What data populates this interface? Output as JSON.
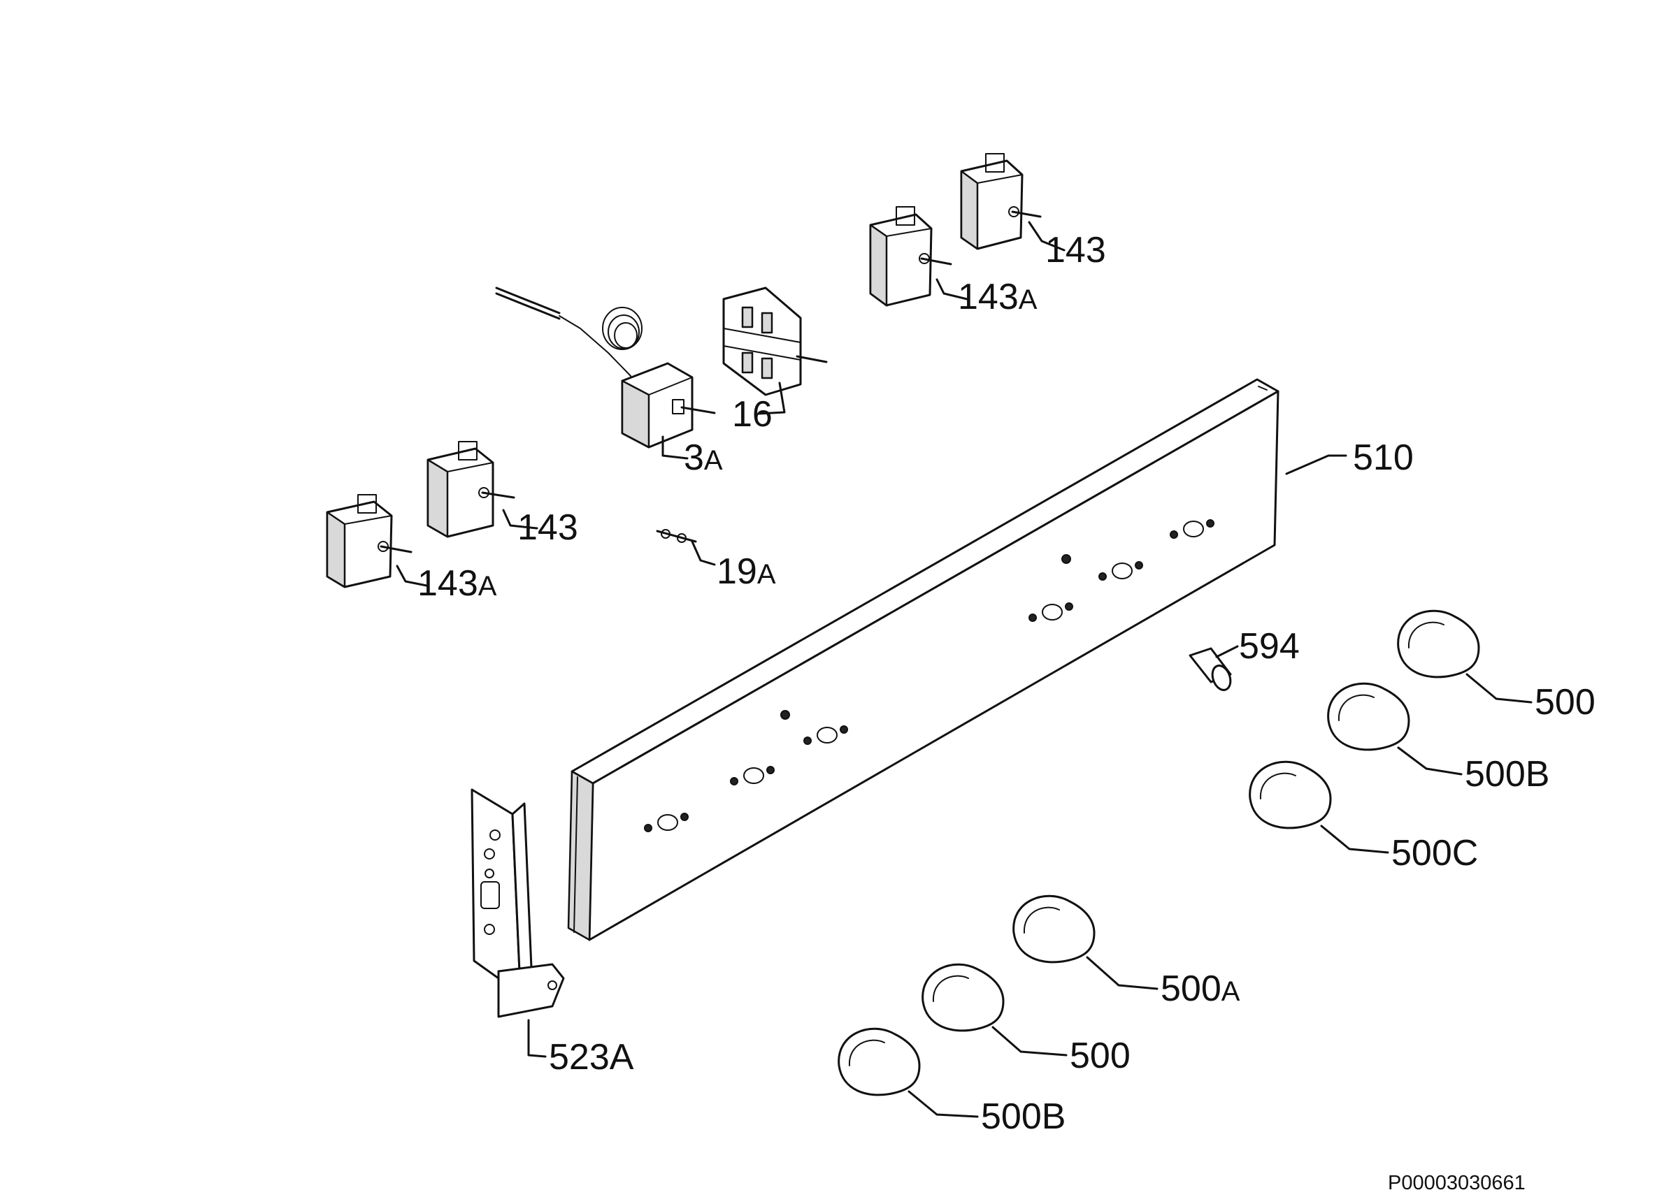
{
  "diagram": {
    "document_id": "P00003030661",
    "callouts": [
      {
        "id": "c143-top",
        "number": "143",
        "suffix": ""
      },
      {
        "id": "c143a-top",
        "number": "143",
        "suffix": "A"
      },
      {
        "id": "c16",
        "number": "16",
        "suffix": ""
      },
      {
        "id": "c3a",
        "number": "3",
        "suffix": "A"
      },
      {
        "id": "c143-left",
        "number": "143",
        "suffix": ""
      },
      {
        "id": "c143a-left",
        "number": "143",
        "suffix": "A"
      },
      {
        "id": "c19a",
        "number": "19",
        "suffix": "A"
      },
      {
        "id": "c510",
        "number": "510",
        "suffix": ""
      },
      {
        "id": "c594",
        "number": "594",
        "suffix": ""
      },
      {
        "id": "c500-right",
        "number": "500",
        "suffix": ""
      },
      {
        "id": "c500b-right",
        "number": "500B",
        "suffix": ""
      },
      {
        "id": "c500c",
        "number": "500C",
        "suffix": ""
      },
      {
        "id": "c500a",
        "number": "500",
        "suffix": "A"
      },
      {
        "id": "c500-bottom",
        "number": "500",
        "suffix": ""
      },
      {
        "id": "c500b-bottom",
        "number": "500B",
        "suffix": ""
      },
      {
        "id": "c523a",
        "number": "523A",
        "suffix": ""
      }
    ]
  }
}
